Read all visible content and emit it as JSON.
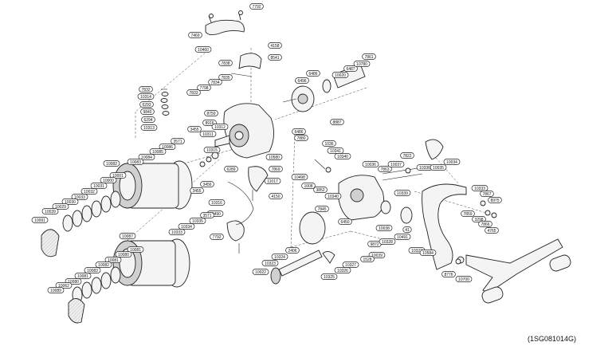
{
  "diagram_code": "(1SG081014G)",
  "labels": [
    {
      "id": "p1",
      "text": "7792"
    },
    {
      "id": "p2",
      "text": "7469"
    },
    {
      "id": "p3",
      "text": "10460"
    },
    {
      "id": "p4",
      "text": "4158"
    },
    {
      "id": "p5",
      "text": "8541"
    },
    {
      "id": "p6",
      "text": "7838"
    },
    {
      "id": "p7",
      "text": "7835"
    },
    {
      "id": "p8",
      "text": "7834"
    },
    {
      "id": "p9",
      "text": "7798"
    },
    {
      "id": "p10",
      "text": "7833"
    },
    {
      "id": "p11",
      "text": "7832"
    },
    {
      "id": "p12",
      "text": "10314"
    },
    {
      "id": "p13",
      "text": "6293"
    },
    {
      "id": "p14",
      "text": "9840"
    },
    {
      "id": "p15",
      "text": "6294"
    },
    {
      "id": "p16",
      "text": "10313"
    },
    {
      "id": "p17",
      "text": "8759"
    },
    {
      "id": "p18",
      "text": "8916"
    },
    {
      "id": "p19",
      "text": "10312"
    },
    {
      "id": "p20",
      "text": "10311"
    },
    {
      "id": "p21",
      "text": "3455"
    },
    {
      "id": "p22",
      "text": "10315"
    },
    {
      "id": "p23",
      "text": "6289"
    },
    {
      "id": "p24",
      "text": "10580"
    },
    {
      "id": "p25",
      "text": "7869"
    },
    {
      "id": "p26",
      "text": "11017"
    },
    {
      "id": "p27",
      "text": "4150"
    },
    {
      "id": "p28",
      "text": "10316"
    },
    {
      "id": "p29",
      "text": "10490"
    },
    {
      "id": "p30",
      "text": "7792"
    },
    {
      "id": "p31",
      "text": "3571"
    },
    {
      "id": "p32",
      "text": "10086"
    },
    {
      "id": "p33",
      "text": "10085"
    },
    {
      "id": "p34",
      "text": "10084"
    },
    {
      "id": "p35",
      "text": "10083"
    },
    {
      "id": "p36",
      "text": "10082"
    },
    {
      "id": "p37",
      "text": "10001"
    },
    {
      "id": "p38",
      "text": "10000"
    },
    {
      "id": "p39",
      "text": "10031"
    },
    {
      "id": "p40",
      "text": "10032"
    },
    {
      "id": "p41",
      "text": "10033"
    },
    {
      "id": "p42",
      "text": "10030"
    },
    {
      "id": "p43",
      "text": "10029"
    },
    {
      "id": "p44",
      "text": "10039"
    },
    {
      "id": "p45",
      "text": "10091"
    },
    {
      "id": "p46",
      "text": "3456"
    },
    {
      "id": "p47",
      "text": "3455"
    },
    {
      "id": "p48",
      "text": "3571"
    },
    {
      "id": "p49",
      "text": "10335"
    },
    {
      "id": "p50",
      "text": "10334"
    },
    {
      "id": "p51",
      "text": "10333"
    },
    {
      "id": "p52",
      "text": "10087"
    },
    {
      "id": "p53",
      "text": "10081"
    },
    {
      "id": "p54",
      "text": "10080"
    },
    {
      "id": "p55",
      "text": "10081"
    },
    {
      "id": "p56",
      "text": "10082"
    },
    {
      "id": "p57",
      "text": "10083"
    },
    {
      "id": "p58",
      "text": "10081"
    },
    {
      "id": "p59",
      "text": "10080"
    },
    {
      "id": "p60",
      "text": "10062"
    },
    {
      "id": "p61",
      "text": "10089"
    },
    {
      "id": "p62",
      "text": "6486"
    },
    {
      "id": "p63",
      "text": "6496"
    },
    {
      "id": "p64",
      "text": "10020"
    },
    {
      "id": "p65",
      "text": "6487"
    },
    {
      "id": "p66",
      "text": "10780"
    },
    {
      "id": "p67",
      "text": "7861"
    },
    {
      "id": "p68",
      "text": "6486"
    },
    {
      "id": "p69",
      "text": "8887"
    },
    {
      "id": "p70",
      "text": "7880"
    },
    {
      "id": "p71",
      "text": "1036"
    },
    {
      "id": "p72",
      "text": "10341"
    },
    {
      "id": "p73",
      "text": "10340"
    },
    {
      "id": "p74",
      "text": "10498"
    },
    {
      "id": "p75",
      "text": "1008"
    },
    {
      "id": "p76",
      "text": "3852"
    },
    {
      "id": "p77",
      "text": "10340"
    },
    {
      "id": "p78",
      "text": "10036"
    },
    {
      "id": "p79",
      "text": "7863"
    },
    {
      "id": "p80",
      "text": "10037"
    },
    {
      "id": "p81",
      "text": "7822"
    },
    {
      "id": "p82",
      "text": "10336"
    },
    {
      "id": "p83",
      "text": "10034"
    },
    {
      "id": "p84",
      "text": "10035"
    },
    {
      "id": "p85",
      "text": "10339"
    },
    {
      "id": "p86",
      "text": "7845"
    },
    {
      "id": "p87",
      "text": "10333"
    },
    {
      "id": "p88",
      "text": "7867"
    },
    {
      "id": "p89",
      "text": "8975"
    },
    {
      "id": "p90",
      "text": "7859"
    },
    {
      "id": "p91",
      "text": "3298"
    },
    {
      "id": "p92",
      "text": "7866"
    },
    {
      "id": "p93",
      "text": "4765"
    },
    {
      "id": "p94",
      "text": "10038"
    },
    {
      "id": "p95",
      "text": "10491"
    },
    {
      "id": "p96",
      "text": "41"
    },
    {
      "id": "p97",
      "text": "10322"
    },
    {
      "id": "p98",
      "text": "10584"
    },
    {
      "id": "p99",
      "text": "9872"
    },
    {
      "id": "p100",
      "text": "10328"
    },
    {
      "id": "p101",
      "text": "10039"
    },
    {
      "id": "p102",
      "text": "6450"
    },
    {
      "id": "p103",
      "text": "10324"
    },
    {
      "id": "p104",
      "text": "2406"
    },
    {
      "id": "p105",
      "text": "10323"
    },
    {
      "id": "p106",
      "text": "10022"
    },
    {
      "id": "p107",
      "text": "1528"
    },
    {
      "id": "p108",
      "text": "10327"
    },
    {
      "id": "p109",
      "text": "10326"
    },
    {
      "id": "p110",
      "text": "10325"
    },
    {
      "id": "p111",
      "text": "8776"
    },
    {
      "id": "p112",
      "text": "10700"
    }
  ]
}
